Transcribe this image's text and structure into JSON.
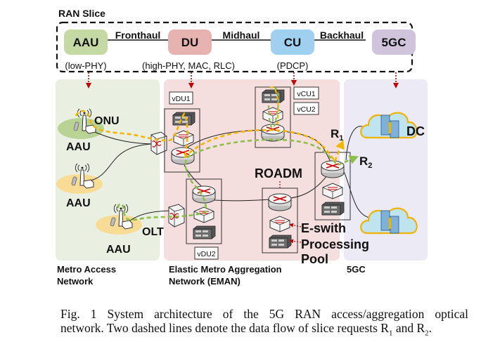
{
  "ran_slice": {
    "title": "RAN Slice",
    "nodes": [
      {
        "name": "AAU",
        "sub": "(low-PHY)",
        "color": "#c5d9a4"
      },
      {
        "name": "DU",
        "sub": "(high-PHY, MAC, RLC)",
        "color": "#e6b3b0"
      },
      {
        "name": "CU",
        "sub": "(PDCP)",
        "color": "#9fd0f0"
      },
      {
        "name": "5GC",
        "sub": "",
        "color": "#cfc4dc"
      }
    ],
    "links": [
      "Fronthaul",
      "Midhaul",
      "Backhaul"
    ]
  },
  "panels": {
    "access": {
      "label_l1": "Metro Access",
      "label_l2": "Network",
      "color": "#eaf0e1"
    },
    "eman": {
      "label_l1": "Elastic Metro Aggregation",
      "label_l2": "Network (EMAN)",
      "color": "#f5dede"
    },
    "core": {
      "label": "5GC",
      "color": "#eceaf4"
    }
  },
  "labels": {
    "onu": "ONU",
    "aau": "AAU",
    "olt": "OLT",
    "roadm": "ROADM",
    "eswitch": "E-swith",
    "processing_l1": "Processing",
    "processing_l2": "Pool",
    "dc": "DC",
    "r1": "R",
    "r1_sub": "1",
    "r2": "R",
    "r2_sub": "2",
    "vdu1": "vDU1",
    "vdu2": "vDU2",
    "vcu1": "vCU1",
    "vcu2": "vCU2"
  },
  "flows": {
    "r1_color": "#f5b400",
    "r2_color": "#8cbf4a"
  },
  "caption": {
    "line1": "Fig. 1   System architecture of the 5G RAN access/aggregation optical",
    "line2_pre": "network. Two dashed lines denote the data flow of slice requests R",
    "sub1": "1",
    "mid": " and R",
    "sub2": "2",
    "end": "."
  }
}
